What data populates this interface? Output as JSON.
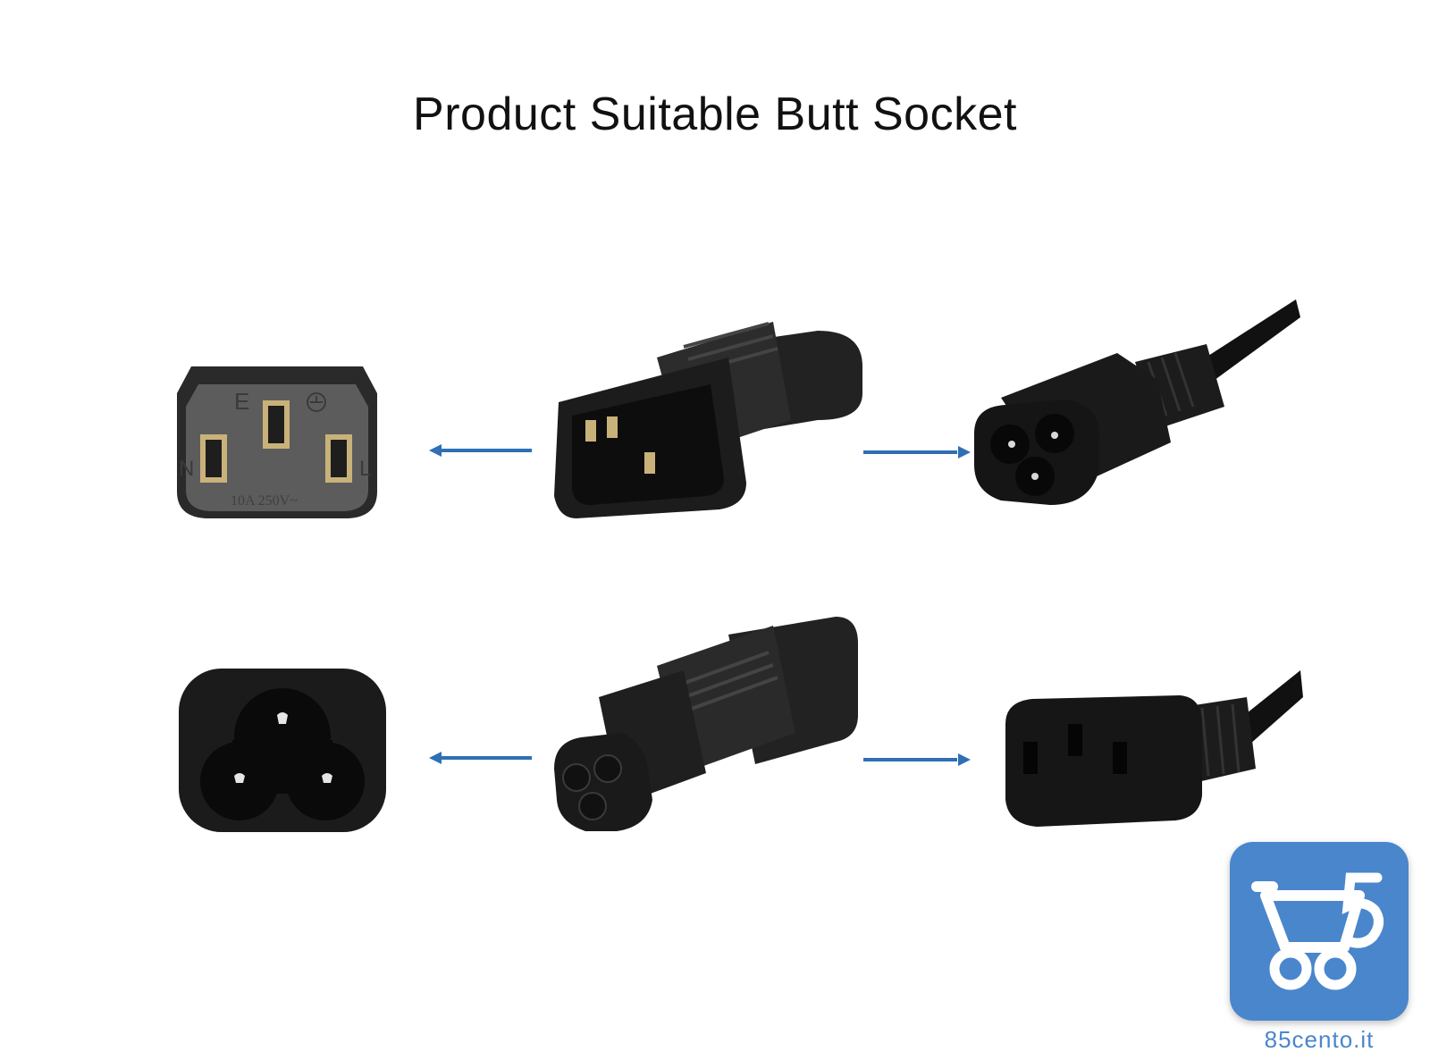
{
  "title": "Product Suitable Butt Socket",
  "socket_markings": {
    "earth": "E",
    "neutral": "N",
    "live": "L",
    "rating": "10A 250V~"
  },
  "watermark": {
    "brand": "85cento.it",
    "logo_icon": "cart-5-logo-icon",
    "color": "#4a86cc"
  },
  "colors": {
    "arrow": "#2f6fb5",
    "plastic": "#1c1c1c",
    "socket_face": "#5a5a5a",
    "contact": "#c9b27a"
  }
}
